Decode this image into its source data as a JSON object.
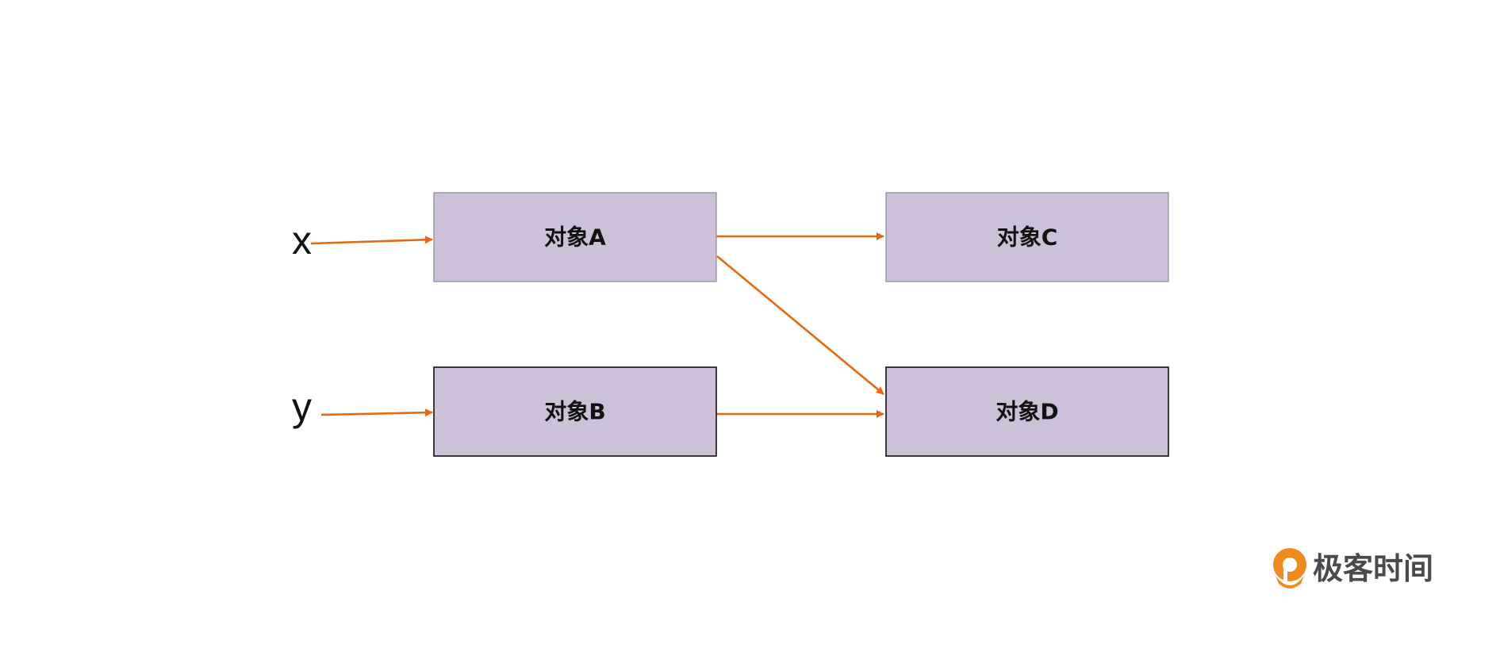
{
  "diagram": {
    "variables": {
      "x": "x",
      "y": "y"
    },
    "nodes": {
      "a": "对象A",
      "b": "对象B",
      "c": "对象C",
      "d": "对象D"
    },
    "edges": [
      {
        "from": "x",
        "to": "对象A"
      },
      {
        "from": "y",
        "to": "对象B"
      },
      {
        "from": "对象A",
        "to": "对象C"
      },
      {
        "from": "对象A",
        "to": "对象D"
      },
      {
        "from": "对象B",
        "to": "对象D"
      }
    ]
  },
  "branding": {
    "logo_text": "极客时间"
  },
  "colors": {
    "node_fill": "#ccc1d9",
    "arrow": "#e8680f",
    "logo_orange": "#f08a1c",
    "logo_text": "#4a4a4a"
  }
}
